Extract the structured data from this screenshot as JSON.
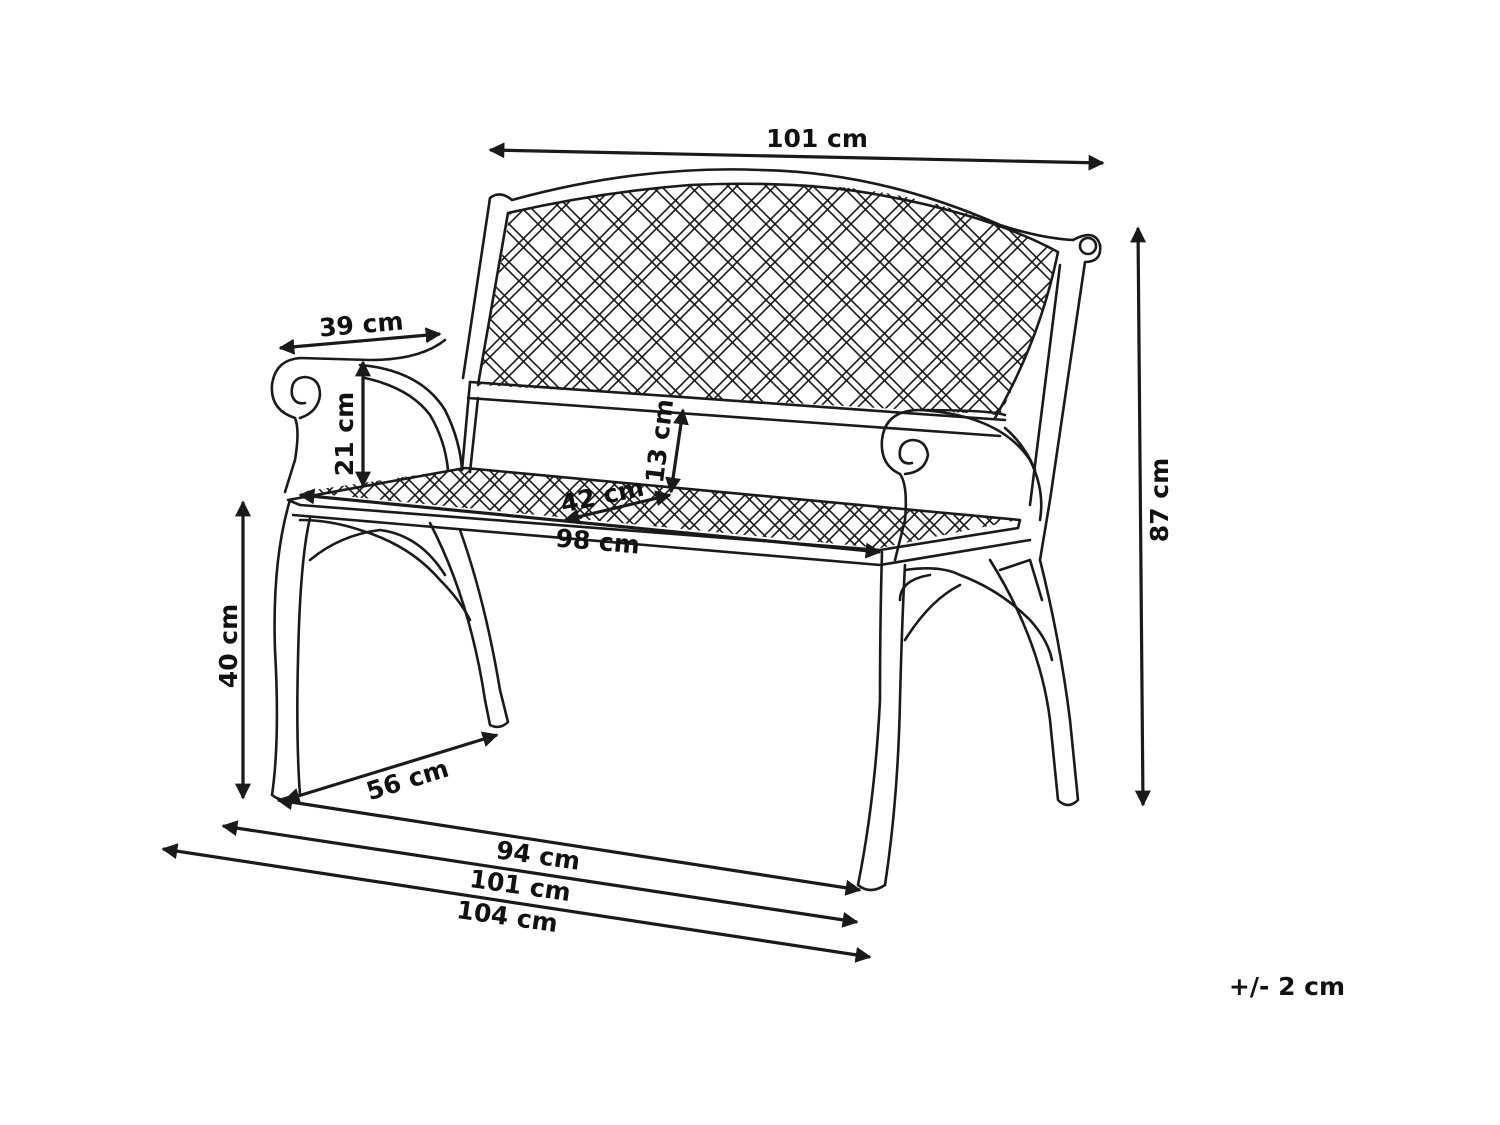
{
  "dimensions": {
    "top_width": "101 cm",
    "total_height": "87 cm",
    "armrest_depth": "39 cm",
    "armrest_height": "21 cm",
    "backrest_height": "13 cm",
    "seat_depth": "42 cm",
    "seat_width": "98 cm",
    "seat_height": "40 cm",
    "base_depth": "56 cm",
    "base_width": "94 cm",
    "front_width": "101 cm",
    "overall_width": "104 cm",
    "tolerance": "+/- 2 cm"
  },
  "colors": {
    "line": "#1a1a1a",
    "background": "#ffffff"
  }
}
